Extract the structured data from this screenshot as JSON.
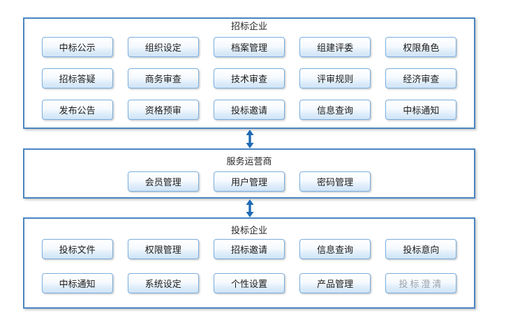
{
  "diagram": {
    "panels": [
      {
        "title": "招标企业",
        "rows": [
          [
            "中标公示",
            "组织设定",
            "档案管理",
            "组建评委",
            "权限角色"
          ],
          [
            "招标答疑",
            "商务审查",
            "技术审查",
            "评审规则",
            "经济审查"
          ],
          [
            "发布公告",
            "资格预审",
            "投标邀请",
            "信息查询",
            "中标通知"
          ]
        ]
      },
      {
        "title": "服务运营商",
        "rows": [
          [
            "会员管理",
            "用户管理",
            "密码管理"
          ]
        ]
      },
      {
        "title": "投标企业",
        "rows": [
          [
            "投标文件",
            "权限管理",
            "招标邀请",
            "信息查询",
            "投标意向"
          ],
          [
            "中标通知",
            "系统设定",
            "个性设置",
            "产品管理",
            "投标澄清"
          ]
        ],
        "disabled_button": "投标澄清"
      }
    ],
    "colors": {
      "panel_border": "#4a85c2",
      "button_border": "#7aaedd",
      "button_gradient_top": "#ffffff",
      "button_gradient_bottom": "#cfe4f7",
      "button_text": "#1b1b1b",
      "disabled_button_text": "#9aa3ab",
      "arrow": "#1f6bb5",
      "title_text": "#262626"
    }
  }
}
